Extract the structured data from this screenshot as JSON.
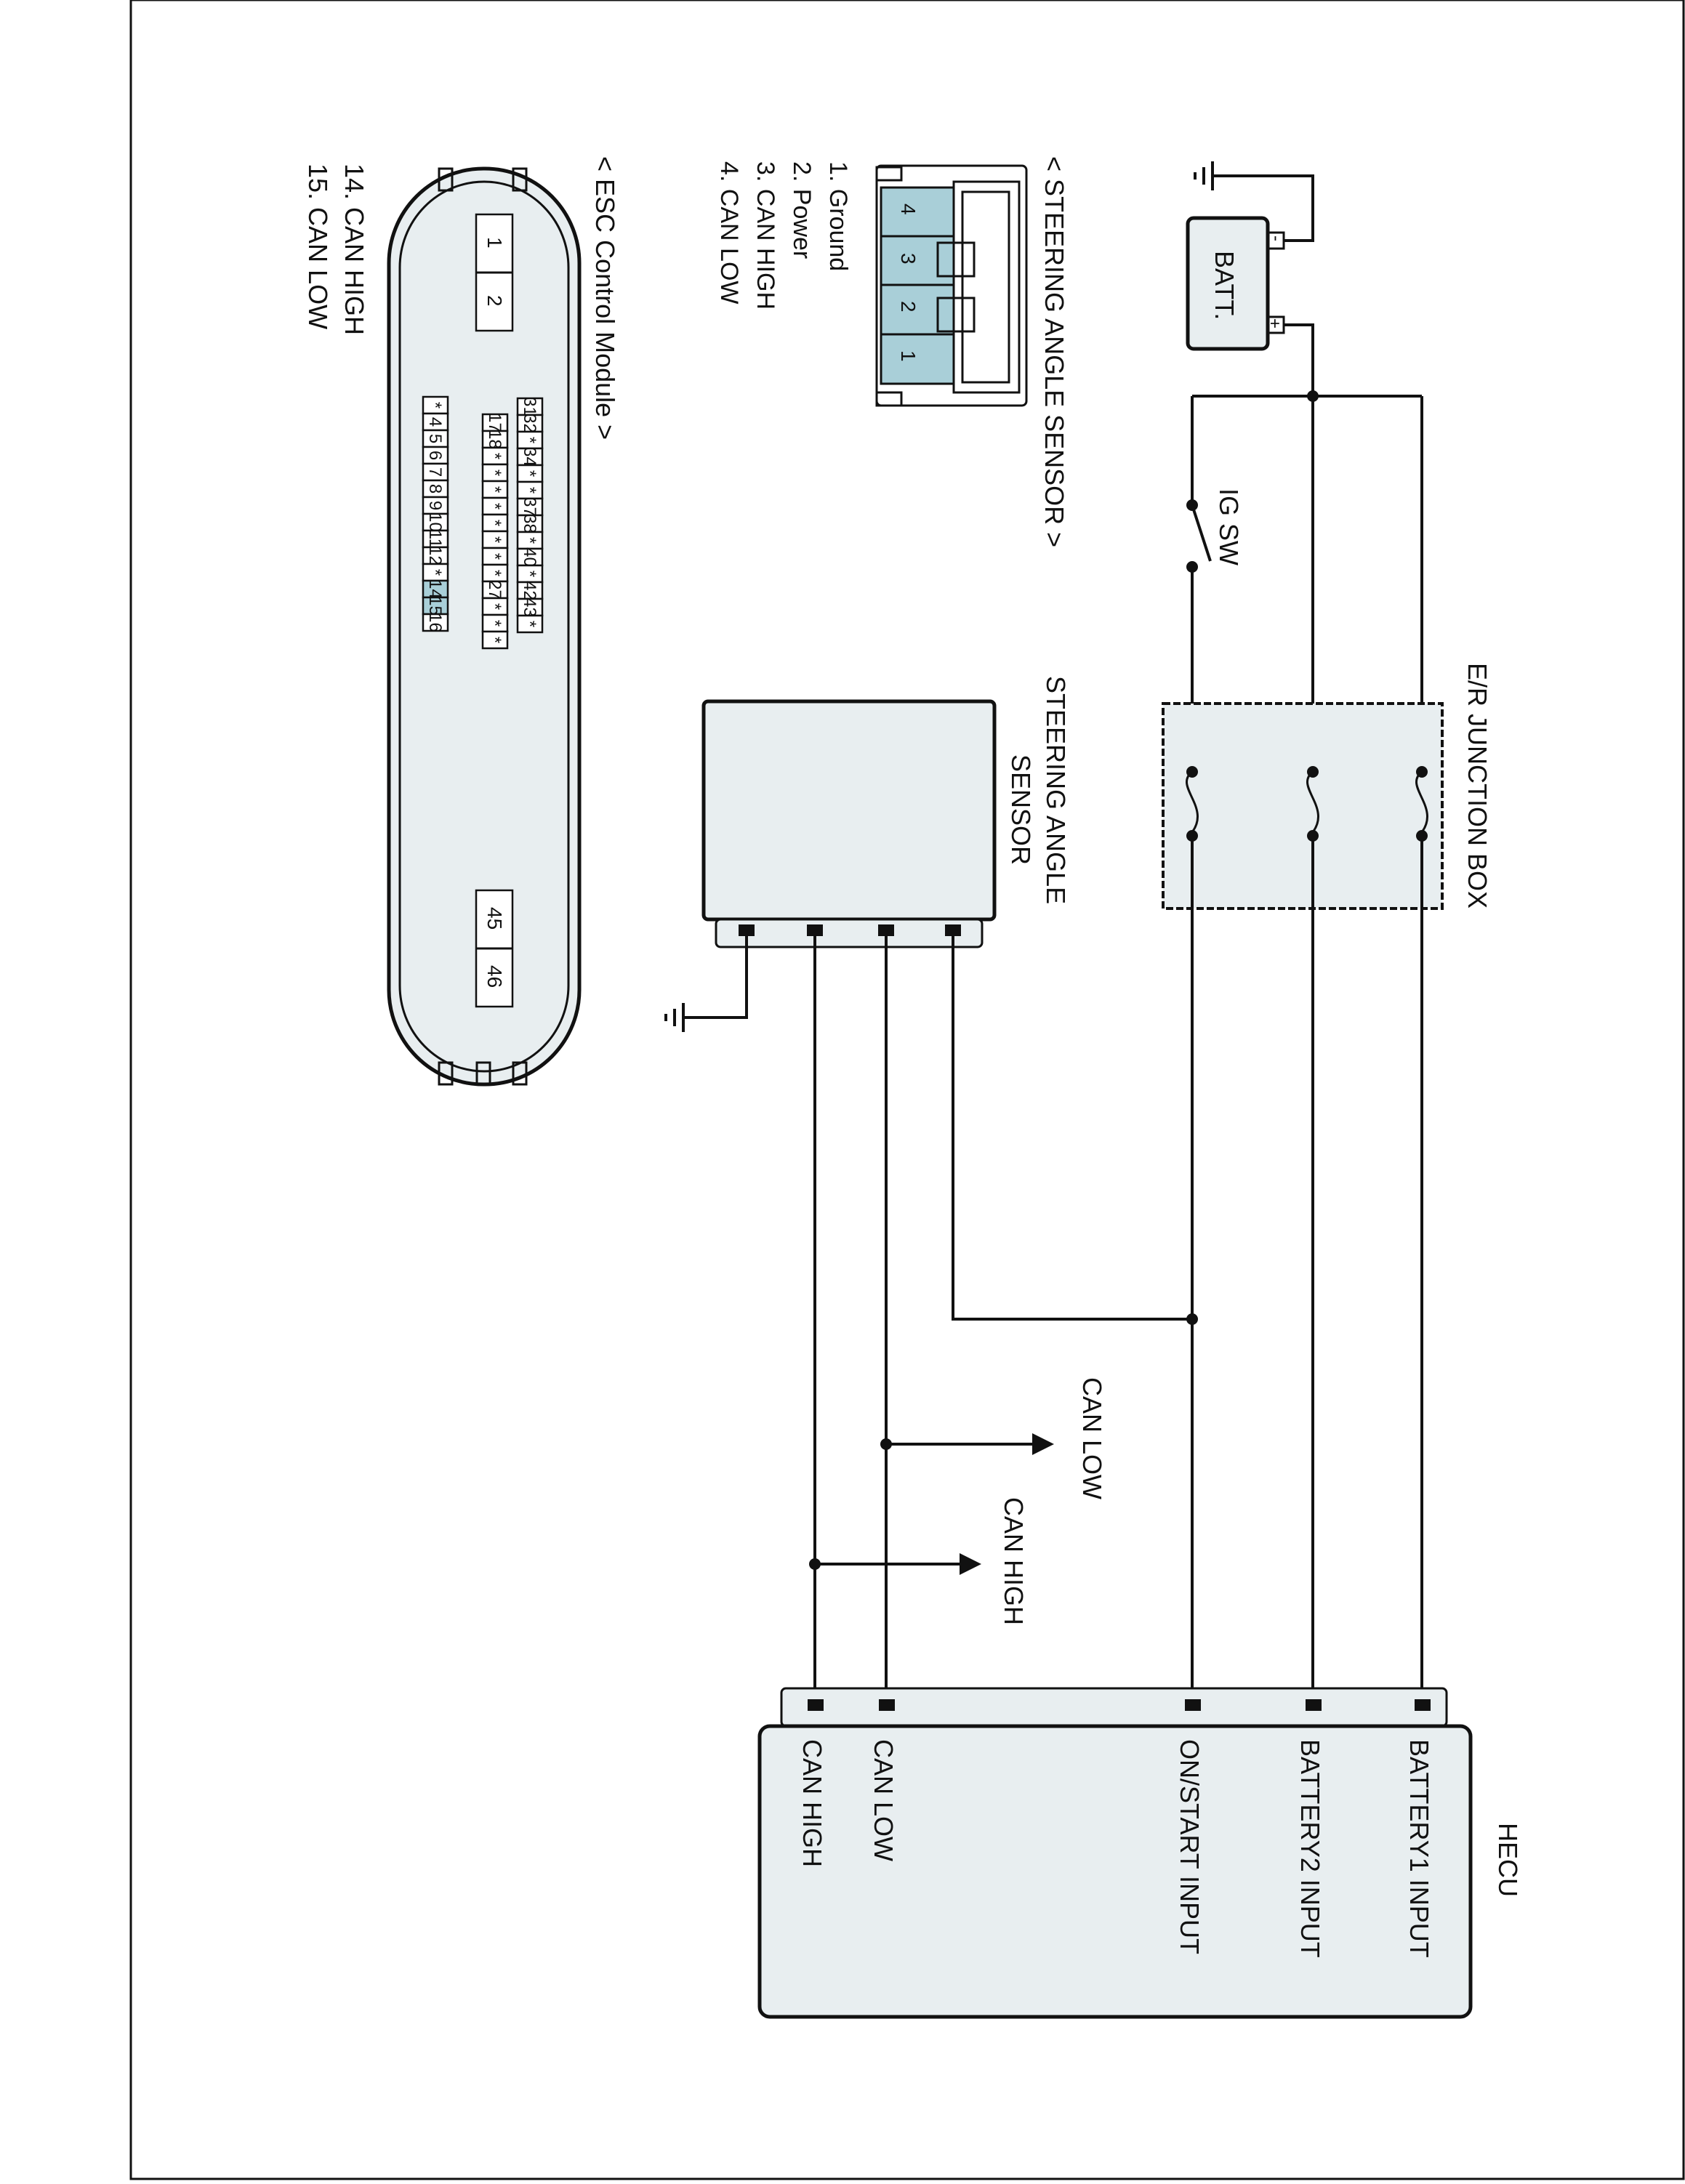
{
  "components": {
    "batt": {
      "label": "BATT.",
      "minus": "-",
      "plus": "+"
    },
    "ig_sw": {
      "label": "IG SW"
    },
    "junction_box": {
      "label": "E/R JUNCTION BOX"
    },
    "steering_angle_sensor": {
      "label_line1": "STEERING ANGLE",
      "label_line2": "SENSOR"
    },
    "hecu": {
      "label": "HECU",
      "pins": [
        "BATTERY1 INPUT",
        "BATTERY2 INPUT",
        "ON/START INPUT",
        "CAN LOW",
        "CAN HIGH"
      ]
    },
    "can_taps": {
      "can_low": "CAN LOW",
      "can_high": "CAN HIGH"
    }
  },
  "sensor_connector": {
    "title": "< STEERING ANGLE SENSOR >",
    "pins": [
      "4",
      "3",
      "2",
      "1"
    ],
    "legend": [
      "1. Ground",
      "2. Power",
      "3. CAN HIGH",
      "4. CAN LOW"
    ]
  },
  "esc_module": {
    "title": "< ESC Control Module >",
    "left_block": [
      "1",
      "2"
    ],
    "right_block": [
      "45",
      "46"
    ],
    "row_top": [
      "31",
      "32",
      "*",
      "34",
      "*",
      "*",
      "37",
      "38",
      "*",
      "40",
      "*",
      "42",
      "43",
      "*"
    ],
    "row_mid": [
      "17",
      "18",
      "*",
      "*",
      "*",
      "*",
      "*",
      "*",
      "*",
      "*",
      "27",
      "*",
      "*",
      "*"
    ],
    "row_bot": [
      "*",
      "4",
      "5",
      "6",
      "7",
      "8",
      "9",
      "10",
      "11",
      "12",
      "*",
      "14",
      "15",
      "16"
    ],
    "highlighted": [
      "14",
      "15"
    ],
    "legend": [
      "14. CAN HIGH",
      "15. CAN LOW"
    ]
  }
}
